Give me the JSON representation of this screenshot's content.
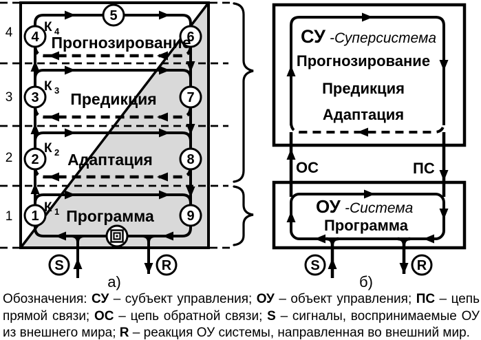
{
  "colors": {
    "ink": "#000000",
    "band_fill": "#d9d9d9",
    "paper": "#ffffff"
  },
  "panel_a": {
    "caption": "а)",
    "level_numbers": [
      "4",
      "3",
      "2",
      "1"
    ],
    "k_labels": [
      {
        "base": "К",
        "sub": "4"
      },
      {
        "base": "К",
        "sub": "3"
      },
      {
        "base": "К",
        "sub": "2"
      },
      {
        "base": "К",
        "sub": "1"
      }
    ],
    "bands": [
      "Прогнозирование",
      "Предикция",
      "Адаптация",
      "Программа"
    ],
    "left_nodes": [
      "4",
      "3",
      "2",
      "1"
    ],
    "right_nodes": [
      "6",
      "7",
      "8",
      "9"
    ],
    "top_node": "5",
    "input_label": "S",
    "output_label": "R"
  },
  "panel_b": {
    "caption": "б)",
    "super_box": {
      "abbr": "СУ",
      "suffix": "-Суперсистема",
      "lines": [
        "Прогнозирование",
        "Предикция",
        "Адаптация"
      ]
    },
    "system_box": {
      "abbr": "ОУ",
      "suffix": "-Система",
      "lines": [
        "Программа"
      ]
    },
    "feedback_label": "ОС",
    "forward_label": "ПС",
    "input_label": "S",
    "output_label": "R"
  },
  "legend": {
    "intro": "Обозначения:",
    "parts": [
      {
        "term": "СУ",
        "desc": " – субъект управления; "
      },
      {
        "term": "ОУ",
        "desc": " – объект управления; "
      },
      {
        "term": "ПС",
        "desc": " – цепь прямой связи; "
      },
      {
        "term": "ОС",
        "desc": " – цепь обратной связи; "
      },
      {
        "term": "S",
        "desc": " – сигналы, воспринимаемые ОУ из внешнего мира; "
      },
      {
        "term": "R",
        "desc": " – реакция ОУ системы, направленная во внешний мир."
      }
    ]
  }
}
